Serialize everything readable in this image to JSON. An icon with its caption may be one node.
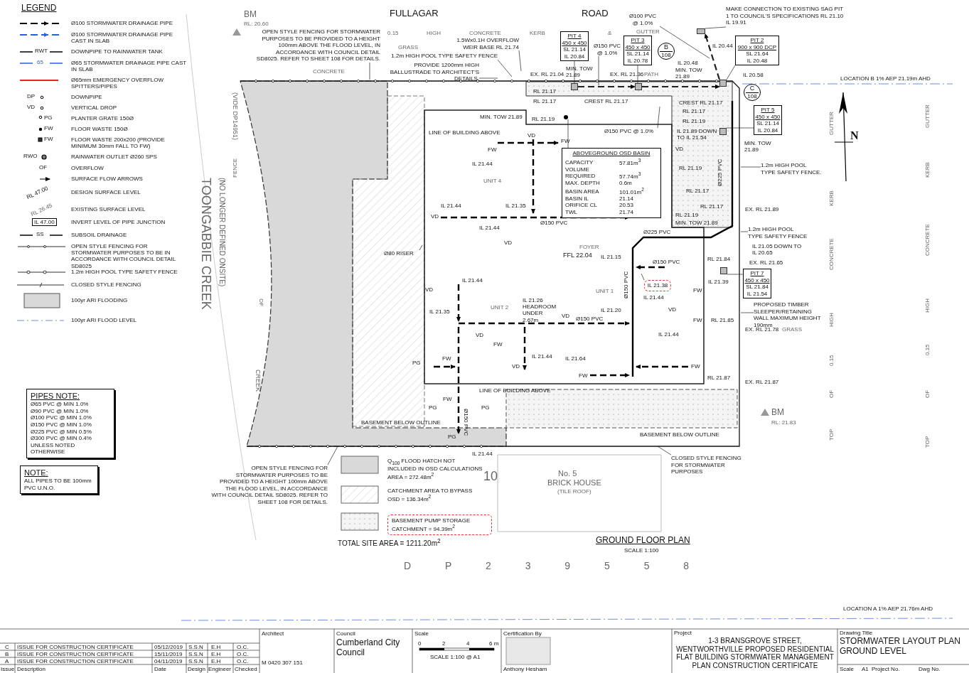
{
  "diagram": {
    "title": "GROUND FLOOR PLAN",
    "nodes": [
      {
        "text": [
          "PIT 4",
          "450 x 450",
          "SL 21.14",
          "IL 20.84"
        ]
      },
      {
        "text": [
          "PIT 3",
          "450 x 450",
          "SL 21.14",
          "IL 20.78"
        ]
      },
      {
        "text": [
          "PIT 2",
          "900 x 900 DCP",
          "SL 21.64",
          "IL 20.48"
        ]
      },
      {
        "text": [
          "PIT 5",
          "450 x 450",
          "SL 21.14",
          "IL 20.84"
        ]
      },
      {
        "text": [
          "PIT 7",
          "450 x 450",
          "SL 21.84",
          "IL 21.54"
        ]
      },
      {
        "text": [
          "ABOVEGROUND OSD BASIN",
          "CAPACITY",
          "57.81m$^{3}$",
          "VOLUME REQUIRED",
          "57.74m$^{3}$",
          "MAX. DEPTH",
          "0.6m",
          "BASIN AREA",
          "101.01m$^{2}$",
          "BASIN IL",
          "21.14",
          "ORIFICE CL",
          "20.53",
          "TWL",
          "21.74"
        ]
      },
      {
        "text": [
          "B",
          "108"
        ]
      },
      {
        "text": [
          "C",
          "108"
        ]
      },
      {
        "text": [
          "PIPES NOTE:",
          "Ø65 PVC @ MIN 1.0%",
          "Ø90 PVC @ MIN 1.0%",
          "Ø100 PVC @ MIN 1.0%",
          "Ø150 PVC @ MIN 1.0%",
          "Ø225 PVC @ MIN 0.5%",
          "Ø300 PVC @ MIN 0.4%",
          "UNLESS NOTED OTHERWISE"
        ]
      },
      {
        "text": [
          "NOTE:",
          "ALL PIPES TO BE 100mm PVC U.N.O."
        ]
      },
      {
        "text": [
          "OPEN STYLE FENCING FOR STORMWATER PURPOSES TO BE PROVIDED TO A HEIGHT 100mm ABOVE THE FLOOD LEVEL, IN ACCORDANCE WITH COUNCIL DETAIL SD8025. REFER TO SHEET 108 FOR DETAILS."
        ]
      },
      {
        "text": [
          "1.5Wx0.1H OVERFLOW WEIR BASE RL 21.74"
        ]
      },
      {
        "text": [
          "1.2m HIGH POOL TYPE SAFETY FENCE"
        ]
      },
      {
        "text": [
          "PROVIDE 1200mm HIGH BALLUSTRADE TO ARCHITECT'S DETAILS."
        ]
      },
      {
        "text": [
          "Ø100 PVC @ 1.0%"
        ]
      },
      {
        "text": [
          "MAKE CONNECTION TO EXISTING SAG PIT 1 TO COUNCIL'S SPECIFICATIONS RL 21.10 IL 19.91"
        ]
      },
      {
        "text": [
          "Ø150 PVC @ 1.0%"
        ]
      },
      {
        "text": [
          "Ø150 PVC @ 1.0%"
        ]
      },
      {
        "text": [
          "1.2m HIGH POOL TYPE SAFETY FENCE."
        ]
      },
      {
        "text": [
          "1.2m HIGH POOL TYPE SAFETY FENCE"
        ]
      },
      {
        "text": [
          "PROPOSED TIMBER SLEEPER/RETAINING WALL MAXIMUM HEIGHT 190mm"
        ]
      },
      {
        "text": [
          "CLOSED STYLE FENCING FOR STORMWATER PURPOSES"
        ]
      },
      {
        "text": [
          "OPEN STYLE FENCING FOR STORMWATER PURPOSES TO BE PROVIDED TO A HEIGHT 100mm ABOVE THE FLOOD LEVEL, IN ACCORDANCE WITH COUNCIL DETAIL SD8025. REFER TO SHEET 108 FOR DETAILS."
        ]
      },
      {
        "text": [
          "Ø80 RISER"
        ]
      },
      {
        "text": [
          "IL 21.38"
        ]
      },
      {
        "text": [],
        "shape": "box"
      },
      {
        "text": [],
        "shape": "box"
      },
      {
        "text": [],
        "shape": "box"
      },
      {
        "text": [],
        "shape": "box"
      },
      {
        "text": [],
        "shape": "box"
      },
      {
        "text": [],
        "shape": "box"
      },
      {
        "text": [],
        "shape": "circle"
      }
    ],
    "edges": [
      {
        "from": 0,
        "to": 25,
        "arrow": "none"
      },
      {
        "from": 1,
        "to": 26,
        "arrow": "none"
      },
      {
        "from": 2,
        "to": 28,
        "arrow": "none"
      },
      {
        "from": 3,
        "to": 29,
        "arrow": "none"
      },
      {
        "from": 4,
        "to": 30,
        "arrow": "none"
      },
      {
        "from": 5,
        "to": 31,
        "arrow": "none"
      },
      {
        "from": 10,
        "to": null,
        "arrow": "none"
      },
      {
        "from": 11,
        "to": null,
        "arrow": "none"
      },
      {
        "from": 12,
        "to": null,
        "arrow": "none"
      },
      {
        "from": 13,
        "to": null,
        "arrow": "none"
      },
      {
        "from": 14,
        "to": null,
        "arrow": "none"
      },
      {
        "from": 15,
        "to": 27,
        "arrow": "none"
      },
      {
        "from": 16,
        "to": null,
        "arrow": "none"
      },
      {
        "from": 17,
        "to": null,
        "arrow": "none"
      },
      {
        "from": 18,
        "to": null,
        "arrow": "none"
      },
      {
        "from": 19,
        "to": null,
        "arrow": "none"
      },
      {
        "from": 20,
        "to": null,
        "arrow": "none"
      },
      {
        "from": 21,
        "to": null,
        "arrow": "none"
      },
      {
        "from": 22,
        "to": null,
        "arrow": "none"
      },
      {
        "from": 23,
        "to": null,
        "arrow": "none"
      },
      {
        "from": 24,
        "to": null,
        "arrow": "none"
      },
      {
        "from": 25,
        "to": 26,
        "arrow": "to",
        "style": "dashed"
      },
      {
        "from": 26,
        "to": 28,
        "arrow": "to",
        "style": "dashed"
      },
      {
        "from": 28,
        "to": 27,
        "arrow": "to",
        "style": "dashed"
      }
    ],
    "labels": [
      "LEGEND",
      "RWT",
      "65",
      "DP",
      "VD",
      "PG",
      "FW",
      "FW",
      "RWO",
      "OF",
      "RL 47.00",
      "RL 26.45",
      "IL 47.00",
      "SS",
      "BM",
      "RL: 20.60",
      "FULLAGAR",
      "ROAD",
      "0.15",
      "HIGH",
      "CONCRETE",
      "KERB",
      "&",
      "GUTTER",
      "GRASS",
      "CONCRETE",
      "EX. RL 21.04",
      "MIN. TOW 21.89",
      "EX. RL 21.36",
      "PATH",
      "MIN. TOW 21.89",
      "IL 20.48",
      "IL 20.44",
      "IL 20.58",
      "LOCATION B 1% AEP 21.19m AHD",
      "N",
      "RL 21.17",
      "RL 21.17",
      "CREST RL 21.17",
      "CREST RL 21.17",
      "MIN. TOW 21.89",
      "RL 21.19",
      "RL 21.17",
      "RL 21.19",
      "IL 21.89 DOWN TO IL 21.54",
      "Ø225 PVC",
      "MIN. TOW 21.89",
      "LINE OF BUILDING ABOVE",
      "VD",
      "FW",
      "FW",
      "IL 21.44",
      "UNIT 4",
      "VD",
      "RL 21.19",
      "RL 21.17",
      "IL 21.44",
      "IL 21.35",
      "RL 21.17",
      "RL 21.19",
      "EX. RL 21.89",
      "Ø150 PVC",
      "VD",
      "MIN. TOW 21.89",
      "IL 21.44",
      "Ø225 PVC",
      "VD",
      "IL 21.05 DOWN TO IL 20.65",
      "FOYER",
      "FFL 22.04",
      "IL 21.15",
      "Ø150 PVC",
      "RL 21.84",
      "EX. RL 21.65",
      "UNIT 1",
      "IL 21.39",
      "Ø150 PVC",
      "IL 21.44",
      "VD",
      "IL 21.44",
      "IL 21.26 HEADROOM UNDER 2.67m",
      "UNIT 2",
      "VD",
      "IL 21.20",
      "IL 21.35",
      "VD",
      "Ø150 PVC",
      "FW",
      "FW",
      "RL 21.85",
      "EX. RL 21.78",
      "GRASS",
      "VD",
      "IL 21.44",
      "FW",
      "IL 21.44",
      "IL 21.64",
      "PG",
      "FW",
      "VD",
      "FW",
      "FW",
      "RL 21.87",
      "EX. RL 21.87",
      "LINE OF BUILDING ABOVE",
      "FW",
      "PG",
      "PG",
      "Ø150 PVC",
      "PG",
      "BASEMENT BELOW OUTLINE",
      "BASEMENT BELOW OUTLINE",
      "IL 21.44",
      "TOONGABBIE CREEK",
      "(NO LONGER DEFINED ONSITE)",
      "(VIDE DP14951)",
      "OF",
      "CREEK",
      "FENCE",
      "TOTAL SITE AREA = 1211.20m$^{2}$",
      "10",
      "No. 5",
      "BRICK HOUSE",
      "(TILE ROOF)",
      "SCALE 1:100",
      "D P 2 3 9 5 5 8",
      "BM",
      "RL: 21.83",
      "GUTTER",
      "KERB",
      "CONCRETE",
      "HIGH",
      "0.15",
      "OF",
      "TOP",
      "GUTTER",
      "KERB",
      "CONCRETE",
      "HIGH",
      "0.15",
      "OF",
      "TOP",
      "LOCATION A 1% AEP 21.76m AHD",
      "C",
      "ISSUE FOR CONSTRUCTION CERTIFICATE",
      "05/12/2019",
      "S.S.N",
      "E.H",
      "O.C.",
      "B",
      "ISSUE FOR CONSTRUCTION CERTIFICATE",
      "15/11/2019",
      "S.S.N",
      "E.H",
      "O.C.",
      "A",
      "ISSUE FOR CONSTRUCTION CERTIFICATE",
      "04/11/2019",
      "S.S.N",
      "E.H",
      "O.C.",
      "Issue",
      "Description",
      "Date",
      "Design",
      "Engineer",
      "Checked",
      "Architect",
      "M 0420 307 151",
      "Council",
      "Cumberland City Council",
      "Scale",
      "0",
      "2",
      "4",
      "6 m",
      "SCALE 1:100 @ A1",
      "Certification By",
      "Anthony Hesham",
      "Project",
      "1-3 BRANSGROVE STREET, WENTWORTHVILLE PROPOSED RESIDENTIAL FLAT BUILDING STORMWATER MANAGEMENT PLAN CONSTRUCTION CERTIFICATE",
      "Drawing Title",
      "STORMWATER LAYOUT PLAN GROUND LEVEL",
      "Scale",
      "A1",
      "Project No.",
      "Dwg No."
    ],
    "legend": [
      {
        "text": "Ø100 STORMWATER DRAINAGE PIPE"
      },
      {
        "text": "Ø100 STORMWATER DRAINAGE PIPE CAST IN SLAB"
      },
      {
        "text": "DOWNPIPE TO RAINWATER TANK"
      },
      {
        "text": "Ø65 STORMWATER DRAINAGE PIPE CAST IN SLAB"
      },
      {
        "text": "Ø65mm EMERGENCY OVERFLOW SPITTERS/PIPES"
      },
      {
        "text": "DOWNPIPE"
      },
      {
        "text": "VERTICAL DROP"
      },
      {
        "text": "PLANTER GRATE 150Ø"
      },
      {
        "text": "FLOOR WASTE 150Ø"
      },
      {
        "text": "FLOOR WASTE 200x200 (PROVIDE MINIMUM 30mm FALL TO FW)"
      },
      {
        "text": "RAINWATER OUTLET Ø260 SPS"
      },
      {
        "text": "OVERFLOW"
      },
      {
        "text": "SURFACE FLOW ARROWS"
      },
      {
        "text": "DESIGN SURFACE LEVEL"
      },
      {
        "text": "EXISTING SURFACE LEVEL"
      },
      {
        "text": "INVERT LEVEL OF PIPE JUNCTION"
      },
      {
        "text": "SUBSOIL DRAINAGE"
      },
      {
        "text": "OPEN STYLE FENCING FOR STORMWATER PURPOSES TO BE IN ACCORDANCE WITH COUNCIL DETAIL SD8025"
      },
      {
        "text": "1.2m HIGH POOL TYPE SAFETY FENCE"
      },
      {
        "text": "CLOSED STYLE FENCING"
      },
      {
        "text": "100yr ARI FLOODING",
        "color": "#d9d9d9"
      },
      {
        "text": "100yr ARI FLOOD LEVEL"
      },
      {
        "text": "Q$_{100}$ FLOOD HATCH NOT INCLUDED IN OSD CALCULATIONS AREA = 272.48m$^{2}$",
        "color": "#d9d9d9"
      },
      {
        "text": "CATCHMENT AREA TO BYPASS OSD = 136.34m$^{2}$"
      },
      {
        "text": "BASEMENT PUMP STORAGE CATCHMENT = 94.39m$^{2}$"
      }
    ]
  }
}
